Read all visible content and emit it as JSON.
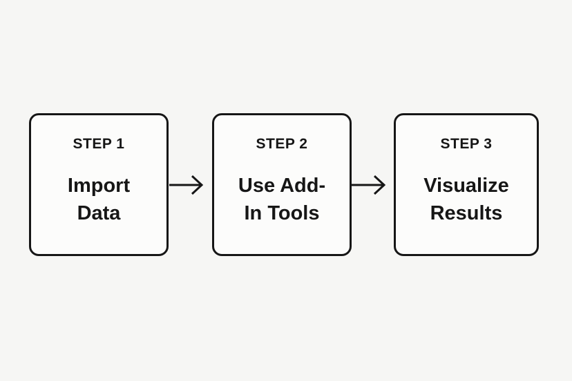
{
  "diagram": {
    "type": "flow",
    "colors": {
      "background": "#f6f6f4",
      "box_fill": "#fcfcfb",
      "stroke": "#161616",
      "text": "#161616"
    },
    "steps": [
      {
        "label": "STEP 1",
        "title": "Import\nData"
      },
      {
        "label": "STEP 2",
        "title": "Use Add-\nIn Tools"
      },
      {
        "label": "STEP 3",
        "title": "Visualize\nResults"
      }
    ],
    "connectors": [
      {
        "icon": "arrow-right-icon",
        "from": "STEP 1",
        "to": "STEP 2"
      },
      {
        "icon": "arrow-right-icon",
        "from": "STEP 2",
        "to": "STEP 3"
      }
    ]
  }
}
